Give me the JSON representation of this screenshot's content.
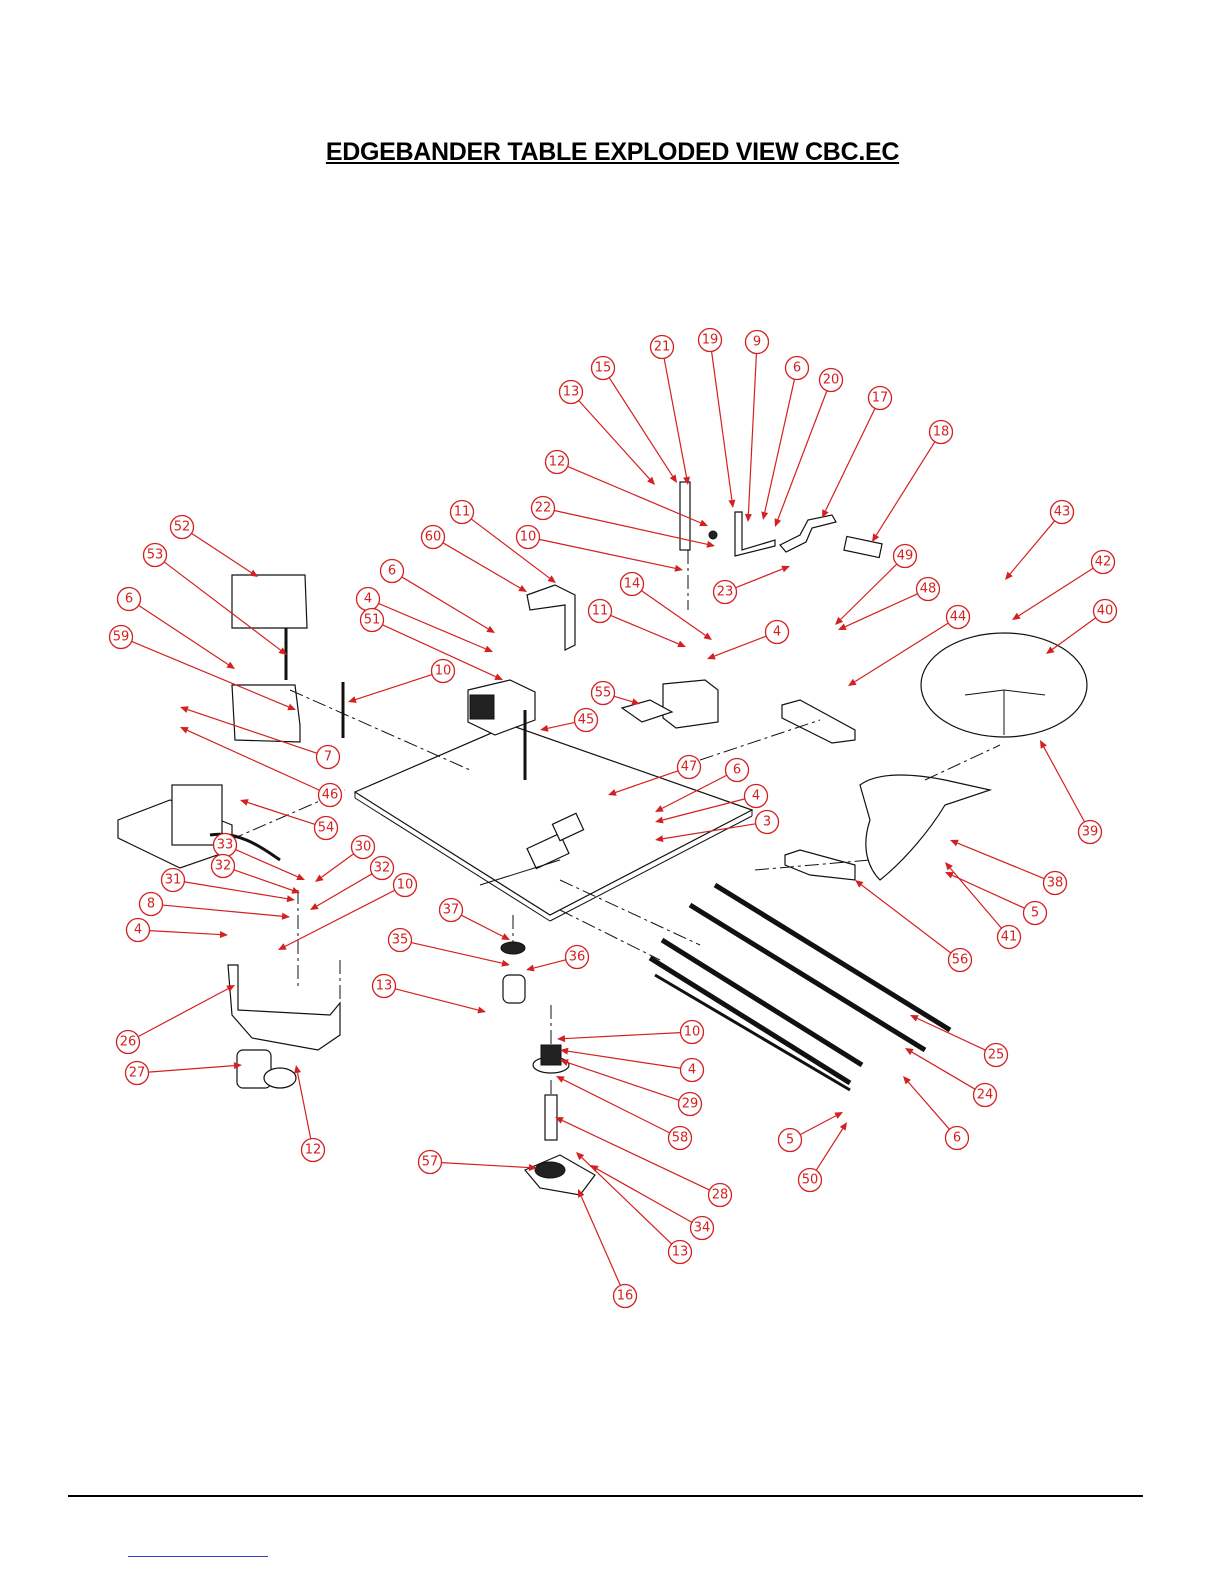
{
  "title": "EDGEBANDER TABLE EXPLODED VIEW CBC.EC",
  "colors": {
    "callout": "#d42020",
    "line": "#111111",
    "link": "#3344cc"
  },
  "callouts": [
    {
      "label": "21"
    },
    {
      "label": "19"
    },
    {
      "label": "9"
    },
    {
      "label": "15"
    },
    {
      "label": "6"
    },
    {
      "label": "20"
    },
    {
      "label": "13"
    },
    {
      "label": "17"
    },
    {
      "label": "18"
    },
    {
      "label": "12"
    },
    {
      "label": "11"
    },
    {
      "label": "22"
    },
    {
      "label": "10"
    },
    {
      "label": "52"
    },
    {
      "label": "60"
    },
    {
      "label": "23"
    },
    {
      "label": "43"
    },
    {
      "label": "53"
    },
    {
      "label": "6"
    },
    {
      "label": "49"
    },
    {
      "label": "42"
    },
    {
      "label": "48"
    },
    {
      "label": "14"
    },
    {
      "label": "4"
    },
    {
      "label": "11"
    },
    {
      "label": "4"
    },
    {
      "label": "44"
    },
    {
      "label": "40"
    },
    {
      "label": "6"
    },
    {
      "label": "51"
    },
    {
      "label": "59"
    },
    {
      "label": "10"
    },
    {
      "label": "55"
    },
    {
      "label": "45"
    },
    {
      "label": "7"
    },
    {
      "label": "46"
    },
    {
      "label": "47"
    },
    {
      "label": "6"
    },
    {
      "label": "4"
    },
    {
      "label": "3"
    },
    {
      "label": "54"
    },
    {
      "label": "39"
    },
    {
      "label": "33"
    },
    {
      "label": "30"
    },
    {
      "label": "32"
    },
    {
      "label": "32"
    },
    {
      "label": "31"
    },
    {
      "label": "10"
    },
    {
      "label": "38"
    },
    {
      "label": "8"
    },
    {
      "label": "37"
    },
    {
      "label": "5"
    },
    {
      "label": "4"
    },
    {
      "label": "41"
    },
    {
      "label": "35"
    },
    {
      "label": "36"
    },
    {
      "label": "56"
    },
    {
      "label": "13"
    },
    {
      "label": "26"
    },
    {
      "label": "10"
    },
    {
      "label": "25"
    },
    {
      "label": "4"
    },
    {
      "label": "27"
    },
    {
      "label": "24"
    },
    {
      "label": "29"
    },
    {
      "label": "5"
    },
    {
      "label": "58"
    },
    {
      "label": "6"
    },
    {
      "label": "12"
    },
    {
      "label": "50"
    },
    {
      "label": "57"
    },
    {
      "label": "28"
    },
    {
      "label": "34"
    },
    {
      "label": "13"
    },
    {
      "label": "16"
    }
  ]
}
